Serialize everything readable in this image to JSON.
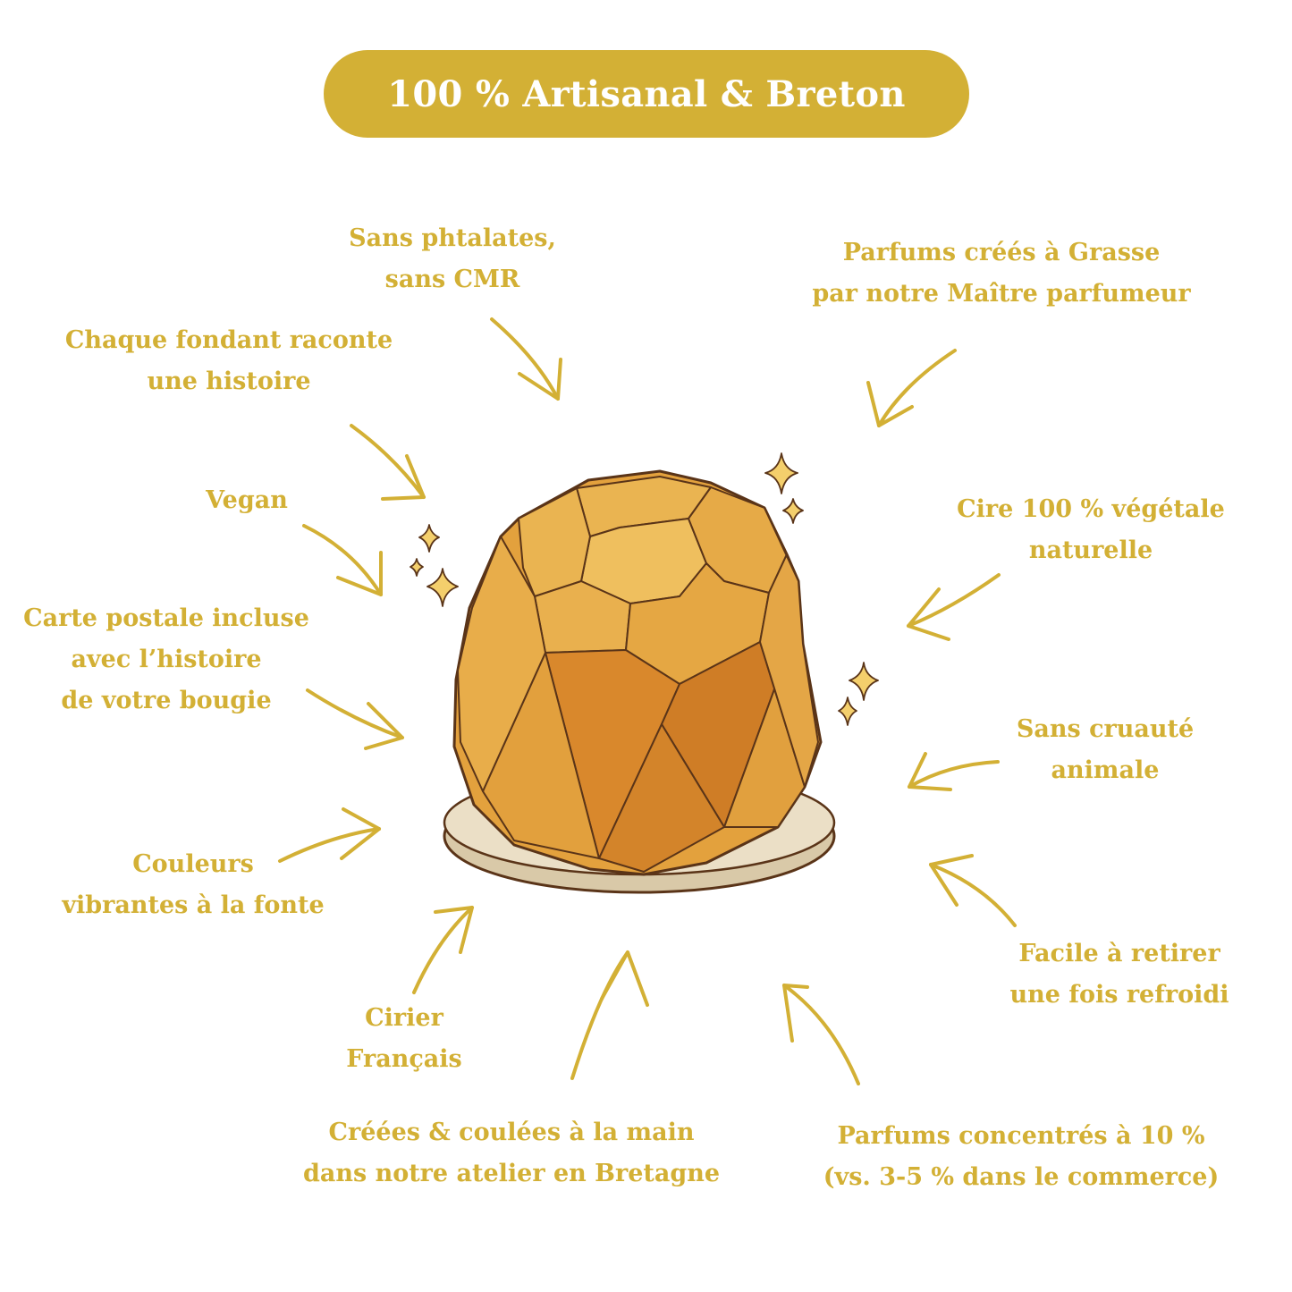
{
  "header": {
    "title": "100 % Artisanal & Breton"
  },
  "colors": {
    "accent": "#d3b035",
    "background": "#ffffff",
    "candle": "#e2a03c",
    "candle_dark": "#c87a25",
    "saucer": "#e8dcc4",
    "outline": "#5a3418"
  },
  "features": [
    {
      "id": "phtalates",
      "lines": [
        "Sans phtalates,",
        "sans CMR"
      ]
    },
    {
      "id": "grasse",
      "lines": [
        "Parfums créés à Grasse",
        "par notre Maître parfumeur"
      ]
    },
    {
      "id": "histoire",
      "lines": [
        "Chaque fondant raconte",
        "une histoire"
      ]
    },
    {
      "id": "vegan",
      "lines": [
        "Vegan"
      ]
    },
    {
      "id": "cire",
      "lines": [
        "Cire 100 % végétale",
        "naturelle"
      ]
    },
    {
      "id": "carte",
      "lines": [
        "Carte postale incluse",
        "avec l’histoire",
        "de votre bougie"
      ]
    },
    {
      "id": "cruaute",
      "lines": [
        "Sans cruauté",
        "animale"
      ]
    },
    {
      "id": "couleurs",
      "lines": [
        "Couleurs",
        "vibrantes à la fonte"
      ]
    },
    {
      "id": "retirer",
      "lines": [
        "Facile à retirer",
        "une fois refroidi"
      ]
    },
    {
      "id": "cirier",
      "lines": [
        "Cirier",
        "Français"
      ]
    },
    {
      "id": "main",
      "lines": [
        "Créées & coulées à la main",
        "dans notre atelier en Bretagne"
      ]
    },
    {
      "id": "concentres",
      "lines": [
        "Parfums concentrés à 10 %",
        "(vs. 3-5 % dans le commerce)"
      ]
    }
  ],
  "illustration": {
    "subject": "faceted wax melt on saucer",
    "icons": [
      "sparkle-icon",
      "arrow-icon"
    ]
  }
}
